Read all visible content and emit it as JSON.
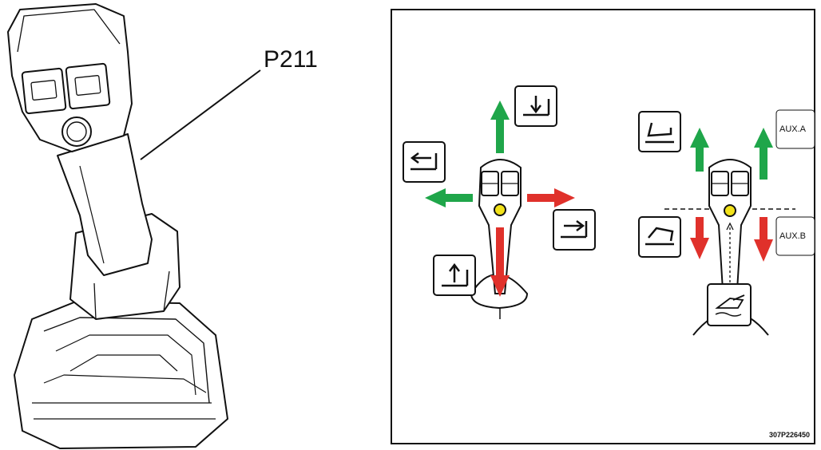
{
  "callout_label": "P211",
  "panel_code": "307P226450",
  "aux_a_label": "AUX.A",
  "aux_b_label": "AUX.B",
  "colors": {
    "forward_arrow": "#1fa64a",
    "backward_arrow": "#e0312b",
    "button_indicator": "#f2e21a",
    "outline": "#111111"
  },
  "icons": [
    "boom-lower-icon",
    "boom-raise-icon",
    "boom-retract-icon",
    "boom-extend-icon",
    "bucket-dump-icon",
    "bucket-curl-icon",
    "attachment-tilt-icon"
  ]
}
